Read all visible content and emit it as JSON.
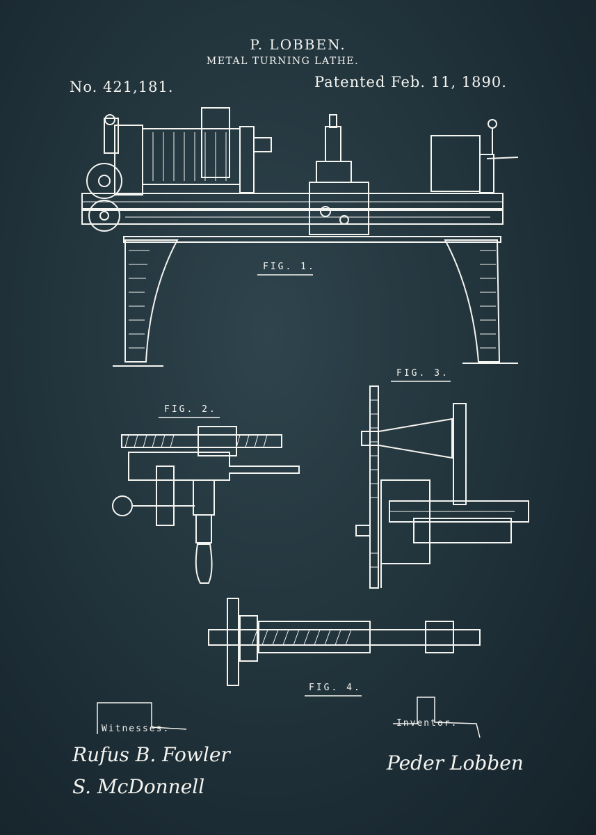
{
  "header": {
    "inventor_name": "P. LOBBEN.",
    "title": "METAL TURNING LATHE.",
    "patent_number": "No. 421,181.",
    "patent_date": "Patented Feb. 11, 1890."
  },
  "figures": {
    "fig1": "FIG. 1.",
    "fig2": "FIG. 2.",
    "fig3": "FIG. 3.",
    "fig4": "FIG. 4."
  },
  "witnesses": {
    "label": "Witnesses.",
    "signature_1": "Rufus B. Fowler",
    "signature_2": "S. McDonnell"
  },
  "inventor": {
    "label": "Inventor.",
    "signature": "Peder Lobben"
  },
  "colors": {
    "background": "#22343c",
    "ink": "#f4f4f0"
  }
}
